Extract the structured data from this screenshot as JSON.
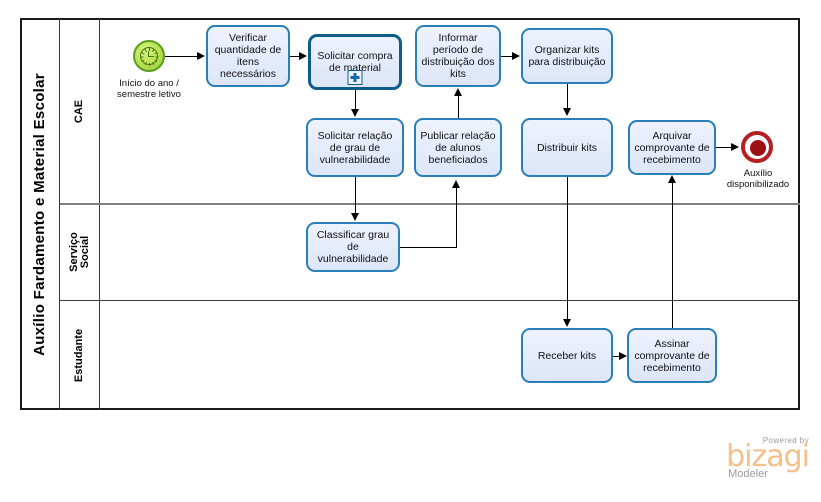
{
  "diagram": {
    "pool_title": "Auxílio Fardamento e Material Escolar",
    "lanes": [
      {
        "id": "cae",
        "label": "CAE"
      },
      {
        "id": "servico-social",
        "label": "Serviço\nSocial"
      },
      {
        "id": "estudante",
        "label": "Estudante"
      }
    ],
    "events": [
      {
        "id": "start",
        "type": "timer-start-event",
        "label": "Início do ano /\nsemestre letivo"
      },
      {
        "id": "end",
        "type": "terminate-end-event",
        "label": "Auxílio\ndisponibilizado"
      }
    ],
    "tasks": [
      {
        "id": "t1",
        "lane": "cae",
        "label": "Verificar quantidade de itens necessários",
        "type": "task"
      },
      {
        "id": "t2",
        "lane": "cae",
        "label": "Solicitar compra de material",
        "type": "sub-process"
      },
      {
        "id": "t3",
        "lane": "cae",
        "label": "Informar período de distribuição dos kits",
        "type": "task"
      },
      {
        "id": "t4",
        "lane": "cae",
        "label": "Organizar kits para distribuição",
        "type": "task"
      },
      {
        "id": "t5",
        "lane": "cae",
        "label": "Solicitar relação de grau de vulnerabilidade",
        "type": "task"
      },
      {
        "id": "t6",
        "lane": "cae",
        "label": "Publicar relação de alunos beneficiados",
        "type": "task"
      },
      {
        "id": "t7",
        "lane": "cae",
        "label": "Distribuir kits",
        "type": "task"
      },
      {
        "id": "t8",
        "lane": "cae",
        "label": "Arquivar comprovante de recebimento",
        "type": "task"
      },
      {
        "id": "t9",
        "lane": "servico-social",
        "label": "Classificar grau de vulnerabilidade",
        "type": "task"
      },
      {
        "id": "t10",
        "lane": "estudante",
        "label": "Receber kits",
        "type": "task"
      },
      {
        "id": "t11",
        "lane": "estudante",
        "label": "Assinar comprovante de recebimento",
        "type": "task"
      }
    ],
    "colors": {
      "task_fill": "#e6edfa",
      "task_border": "#2a7fb8",
      "subprocess_border": "#0e5c8a",
      "start_event": "#8dc63f",
      "end_event": "#9c1014",
      "lane_border": "#3a3a3a",
      "pool_border": "#1a1a1a"
    }
  },
  "branding": {
    "powered_by": "Powered by",
    "product": "bizagi",
    "edition": "Modeler"
  }
}
